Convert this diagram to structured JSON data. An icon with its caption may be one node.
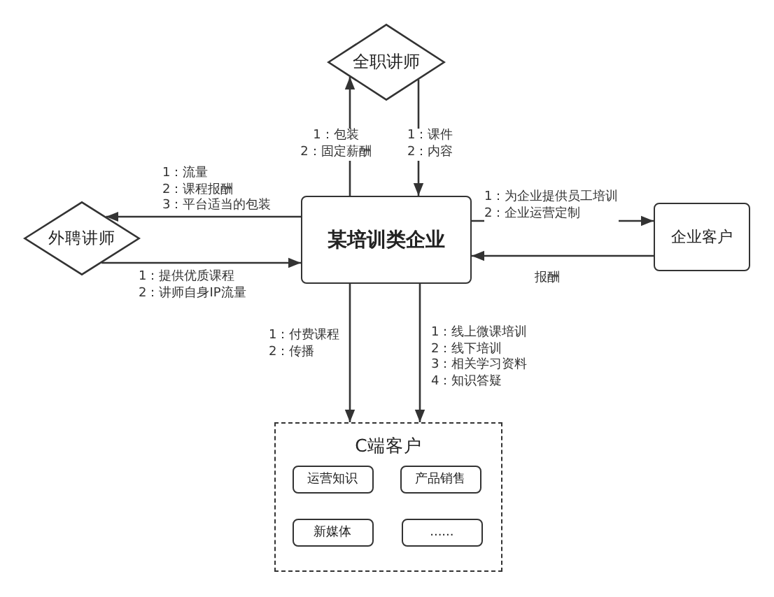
{
  "diagram": {
    "nodes": [
      {
        "text": [
          "全职讲师"
        ]
      },
      {
        "text": [
          "外聘讲师"
        ]
      },
      {
        "text": [
          "某培训类企业"
        ]
      },
      {
        "text": [
          "企业客户"
        ]
      },
      {
        "text": [
          "C端客户"
        ]
      },
      {
        "text": [
          "运营知识"
        ],
        "in": 4
      },
      {
        "text": [
          "产品销售"
        ],
        "in": 4
      },
      {
        "text": [
          "新媒体"
        ],
        "in": 4
      },
      {
        "text": [
          "......"
        ],
        "in": 4
      }
    ],
    "edges": [
      {
        "from": 2,
        "to": 0,
        "arrow": "to",
        "label": "1：包装 2：固定薪酬"
      },
      {
        "from": 0,
        "to": 2,
        "arrow": "to",
        "label": "1：课件 2：内容"
      },
      {
        "from": 2,
        "to": 1,
        "arrow": "to",
        "label": "1：流量 2：课程报酬 3：平台适当的包装"
      },
      {
        "from": 1,
        "to": 2,
        "arrow": "to",
        "label": "1：提供优质课程 2：讲师自身IP流量"
      },
      {
        "from": 2,
        "to": 3,
        "arrow": "to",
        "label": "1：为企业提供员工培训 2：企业运营定制"
      },
      {
        "from": 3,
        "to": 2,
        "arrow": "to",
        "label": "报酬"
      },
      {
        "from": 2,
        "to": 4,
        "arrow": "to",
        "label": "1：付费课程 2：传播"
      },
      {
        "from": 2,
        "to": 4,
        "arrow": "to",
        "label": "1：线上微课培训 2：线下培训 3：相关学习资料 4：知识答疑"
      }
    ]
  }
}
